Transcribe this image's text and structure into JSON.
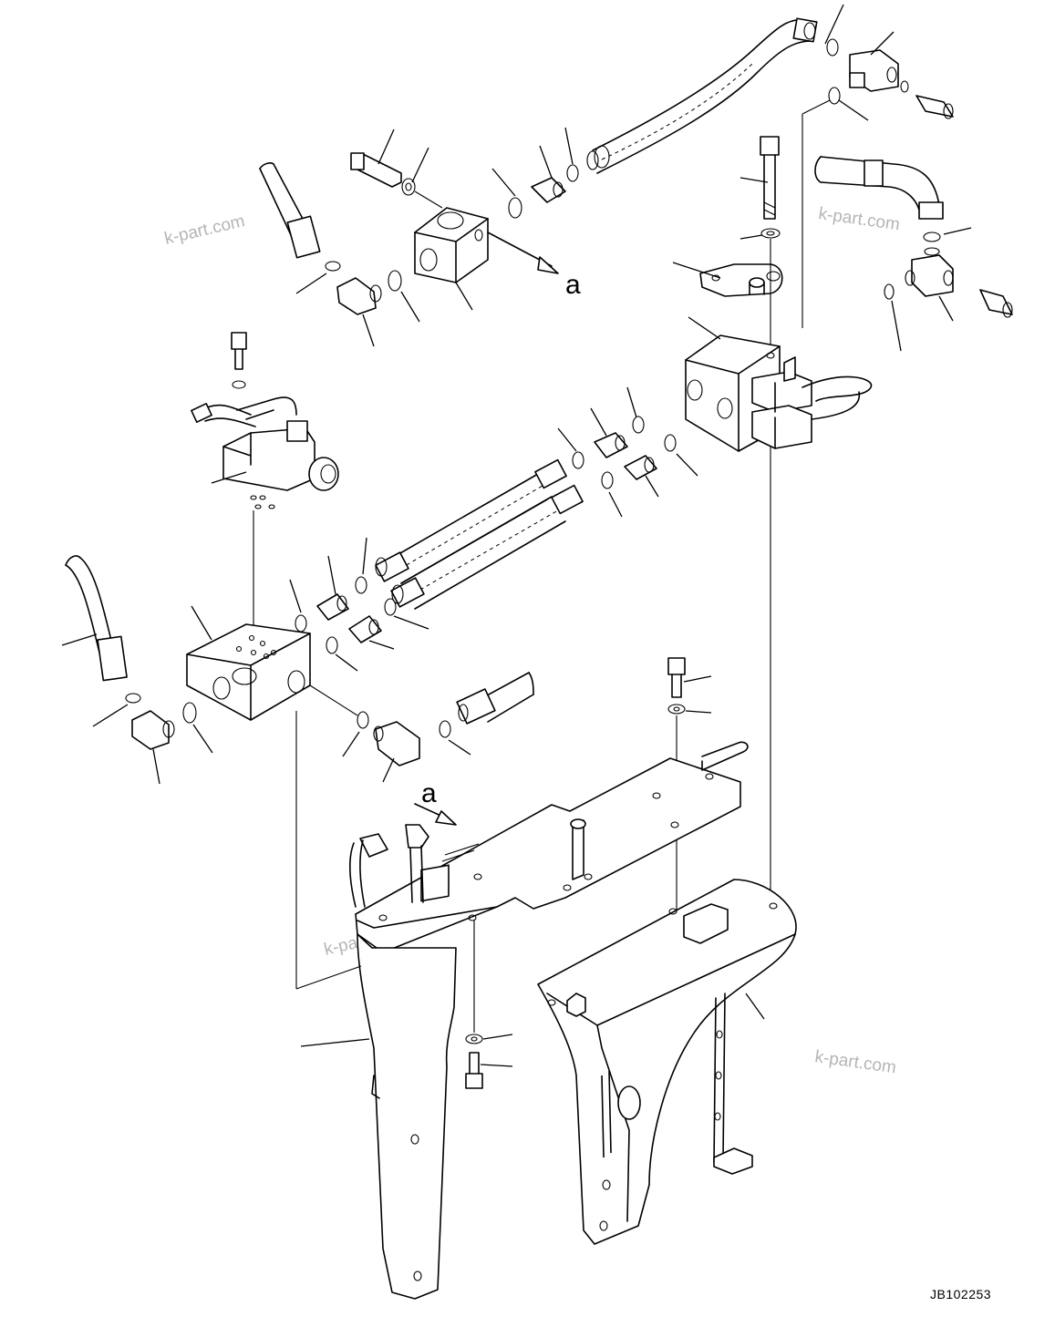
{
  "watermarks": [
    "k-part.com",
    "k-part.com",
    "k-part.com",
    "k-part.com"
  ],
  "view_labels": {
    "arrow_top": "a",
    "arrow_bottom": "a"
  },
  "drawing_code": "JB102253",
  "icons": {
    "hose": "hose-icon",
    "valve_block": "valve-block-icon",
    "o_ring": "o-ring-icon",
    "fitting": "fitting-icon",
    "bolt": "bolt-icon",
    "washer": "washer-icon",
    "solenoid": "solenoid-icon",
    "bracket": "bracket-icon"
  },
  "colors": {
    "line": "#000000",
    "watermark": "#b5b5b5",
    "background": "#ffffff"
  }
}
